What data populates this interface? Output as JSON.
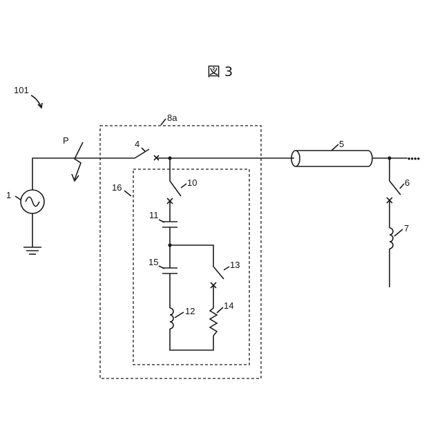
{
  "figure": {
    "title": "図 3"
  },
  "labels": {
    "system": "101",
    "fault_point": "P",
    "source": "1",
    "breaker": "4",
    "cable": "5",
    "switch_load": "6",
    "reactor_load": "7",
    "enclosure": "8a",
    "switch_branch": "10",
    "capacitor_upper": "11",
    "reactor_branch": "12",
    "switch_resistor": "13",
    "resistor": "14",
    "capacitor_lower": "15",
    "inner_unit": "16"
  },
  "continuation": "••••"
}
